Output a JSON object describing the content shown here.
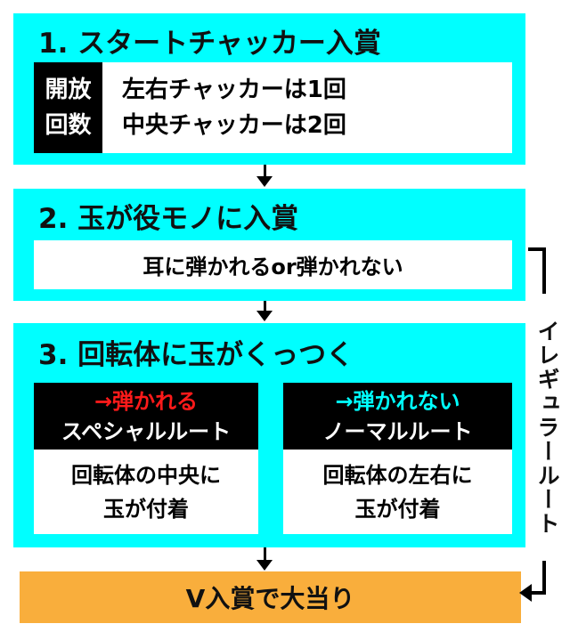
{
  "step1": {
    "title": "1. スタートチャッカー入賞",
    "label_lines": [
      "開放",
      "回数"
    ],
    "lines": [
      "左右チャッカーは1回",
      "中央チャッカーは2回"
    ]
  },
  "step2": {
    "title": "2. 玉が役モノに入賞",
    "detail": "耳に弾かれるor弾かれない"
  },
  "step3": {
    "title": "3. 回転体に玉がくっつく",
    "left": {
      "condition": "→弾かれる",
      "route": "スペシャルルート",
      "result_lines": [
        "回転体の中央に",
        "玉が付着"
      ]
    },
    "right": {
      "condition": "→弾かれない",
      "route": "ノーマルルート",
      "result_lines": [
        "回転体の左右に",
        "玉が付着"
      ]
    }
  },
  "result": "V入賞で大当り",
  "irregular": "イレギュラールート",
  "colors": {
    "box": "#00ffff",
    "result": "#f9ae3c",
    "special": "#ff1a1a",
    "normal": "#00ffff"
  }
}
